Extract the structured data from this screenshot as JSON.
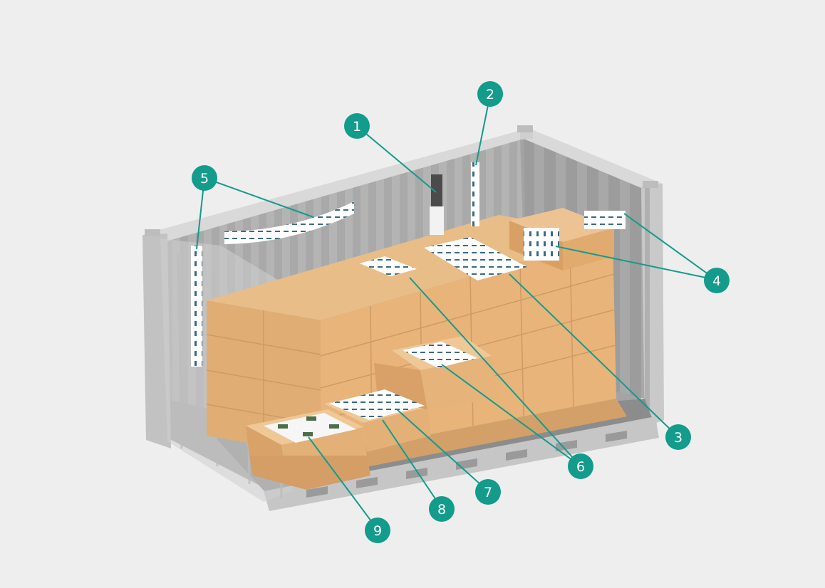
{
  "colors": {
    "background": "#eeeeee",
    "container": "#b9b9b9",
    "container_light": "#d0d0d0",
    "container_dark": "#a2a2a2",
    "interior": "#8f8f8f",
    "carton": "#e6b67e",
    "carton_dark": "#d4a06a",
    "pallet": "#d7a56b",
    "accent": "#139b8c",
    "label": "#ffffff"
  },
  "callouts": [
    {
      "id": "callout-1",
      "number": "1"
    },
    {
      "id": "callout-2",
      "number": "2"
    },
    {
      "id": "callout-3",
      "number": "3"
    },
    {
      "id": "callout-4",
      "number": "4"
    },
    {
      "id": "callout-5",
      "number": "5"
    },
    {
      "id": "callout-6",
      "number": "6"
    },
    {
      "id": "callout-7",
      "number": "7"
    },
    {
      "id": "callout-8",
      "number": "8"
    },
    {
      "id": "callout-9",
      "number": "9"
    }
  ]
}
